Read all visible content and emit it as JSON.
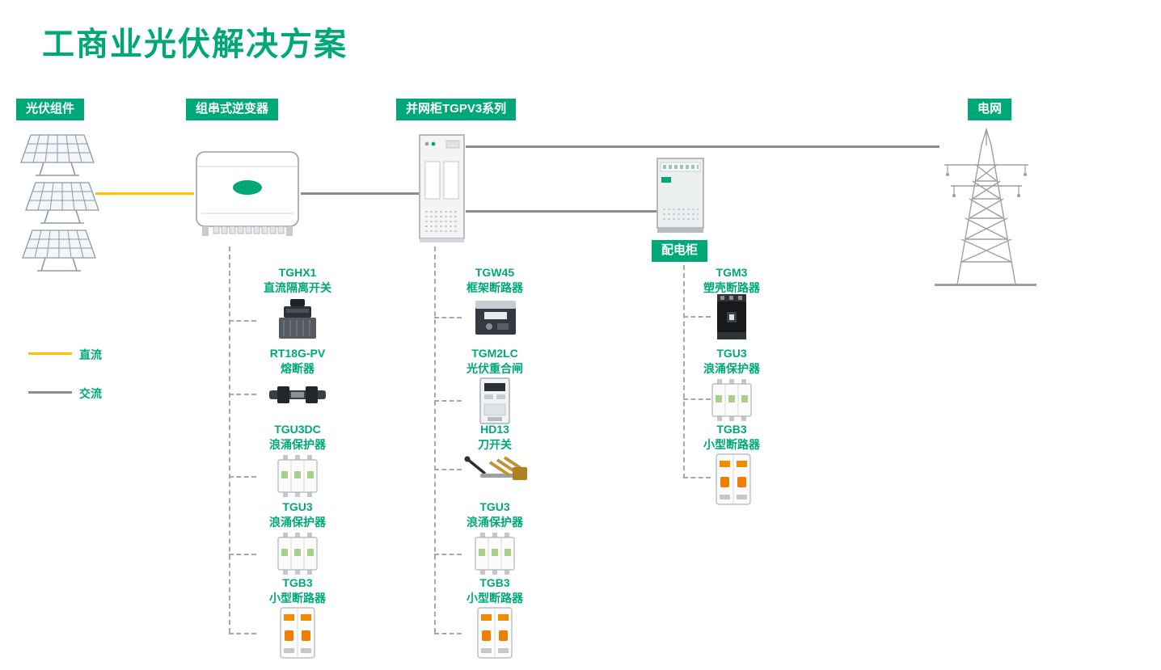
{
  "title": "工商业光伏解决方案",
  "colors": {
    "accent_green": "#00A878",
    "dc_yellow": "#FFC000",
    "ac_gray": "#8c8c8c"
  },
  "badges": {
    "pv_modules": "光伏组件",
    "string_inverter": "组串式逆变器",
    "grid_cabinet": "并网柜TGPV3系列",
    "distribution_cabinet": "配电柜",
    "power_grid": "电网"
  },
  "legend": {
    "dc": {
      "label": "直流",
      "color": "#FFC000"
    },
    "ac": {
      "label": "交流",
      "color": "#8c8c8c"
    }
  },
  "columns": [
    {
      "items": [
        {
          "model": "TGHX1",
          "desc": "直流隔离开关"
        },
        {
          "model": "RT18G-PV",
          "desc": "熔断器"
        },
        {
          "model": "TGU3DC",
          "desc": "浪涌保护器"
        },
        {
          "model": "TGU3",
          "desc": "浪涌保护器"
        },
        {
          "model": "TGB3",
          "desc": "小型断路器"
        }
      ]
    },
    {
      "items": [
        {
          "model": "TGW45",
          "desc": "框架断路器"
        },
        {
          "model": "TGM2LC",
          "desc": "光伏重合闸"
        },
        {
          "model": "HD13",
          "desc": "刀开关"
        },
        {
          "model": "TGU3",
          "desc": "浪涌保护器"
        },
        {
          "model": "TGB3",
          "desc": "小型断路器"
        }
      ]
    },
    {
      "items": [
        {
          "model": "TGM3",
          "desc": "塑壳断路器"
        },
        {
          "model": "TGU3",
          "desc": "浪涌保护器"
        },
        {
          "model": "TGB3",
          "desc": "小型断路器"
        }
      ]
    }
  ]
}
